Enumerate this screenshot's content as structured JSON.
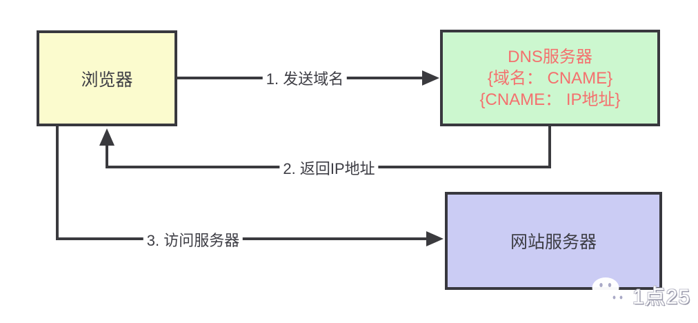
{
  "diagram": {
    "background": "#ffffff",
    "line_color": "#3a3a3e",
    "nodes": {
      "browser": {
        "label": "浏览器",
        "fill": "#fbfbce"
      },
      "dns_server": {
        "title": "DNS服务器",
        "mapping_line1": "{域名： CNAME}",
        "mapping_line2": "{CNAME： IP地址}",
        "fill": "#ccf7cf",
        "text_color": "#f4706e"
      },
      "web_server": {
        "label": "网站服务器",
        "fill": "#cbccf4"
      }
    },
    "arrows": [
      {
        "id": "send-domain",
        "label": "1. 发送域名",
        "from": "browser",
        "to": "dns_server"
      },
      {
        "id": "return-ip",
        "label": "2. 返回IP地址",
        "from": "dns_server",
        "to": "browser"
      },
      {
        "id": "access-server",
        "label": "3. 访问服务器",
        "from": "browser",
        "to": "web_server"
      }
    ]
  },
  "watermark": {
    "icon": "wechat-icon",
    "text": "1点25"
  }
}
